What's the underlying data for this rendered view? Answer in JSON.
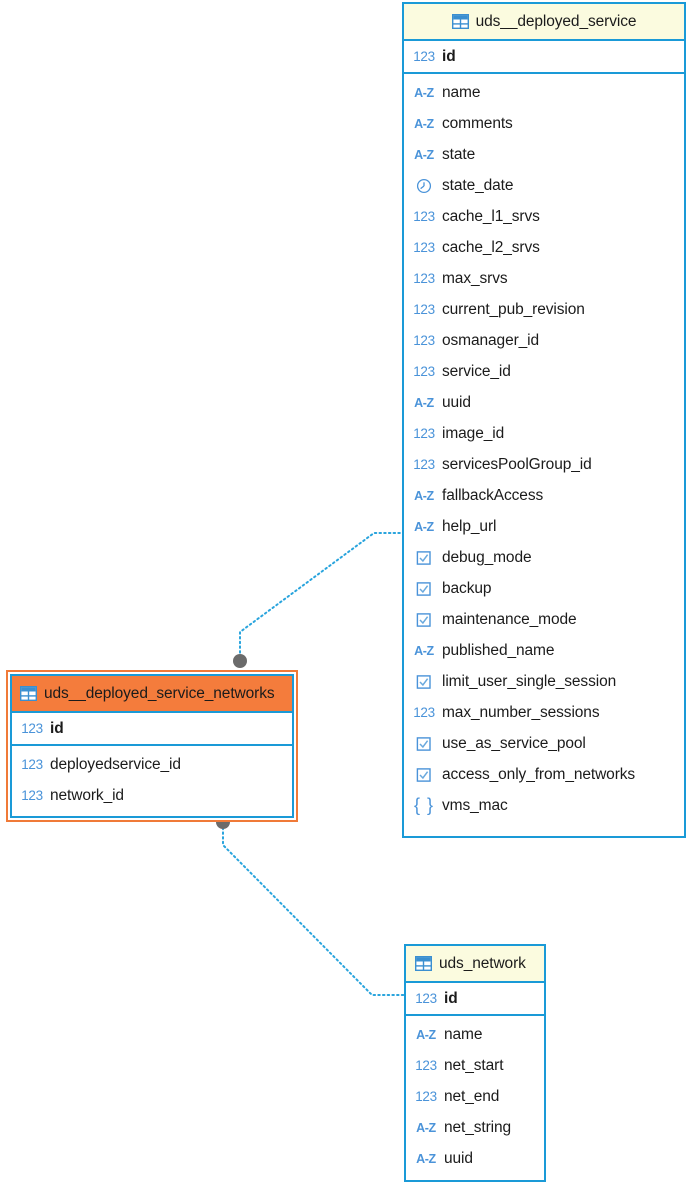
{
  "diagram": {
    "type": "er-diagram",
    "background": "#ffffff",
    "accent_color": "#1a9ad7",
    "header_color": "#fbfbdf",
    "selected_color": "#f47c3c",
    "icon_color": "#4a93d9",
    "connector_color": "#29a4dd",
    "endpoint_color": "#6b6b6b"
  },
  "tables": [
    {
      "name": "uds__deployed_service",
      "selected": false,
      "icon": "table-grid-icon",
      "primary_key": {
        "label": "id",
        "type_icon": "number-icon"
      },
      "columns": [
        {
          "label": "name",
          "type_icon": "text-icon"
        },
        {
          "label": "comments",
          "type_icon": "text-icon"
        },
        {
          "label": "state",
          "type_icon": "text-icon"
        },
        {
          "label": "state_date",
          "type_icon": "datetime-icon"
        },
        {
          "label": "cache_l1_srvs",
          "type_icon": "number-icon"
        },
        {
          "label": "cache_l2_srvs",
          "type_icon": "number-icon"
        },
        {
          "label": "max_srvs",
          "type_icon": "number-icon"
        },
        {
          "label": "current_pub_revision",
          "type_icon": "number-icon"
        },
        {
          "label": "osmanager_id",
          "type_icon": "number-icon"
        },
        {
          "label": "service_id",
          "type_icon": "number-icon"
        },
        {
          "label": "uuid",
          "type_icon": "text-icon"
        },
        {
          "label": "image_id",
          "type_icon": "number-icon"
        },
        {
          "label": "servicesPoolGroup_id",
          "type_icon": "number-icon"
        },
        {
          "label": "fallbackAccess",
          "type_icon": "text-icon"
        },
        {
          "label": "help_url",
          "type_icon": "text-icon"
        },
        {
          "label": "debug_mode",
          "type_icon": "boolean-icon"
        },
        {
          "label": "backup",
          "type_icon": "boolean-icon"
        },
        {
          "label": "maintenance_mode",
          "type_icon": "boolean-icon"
        },
        {
          "label": "published_name",
          "type_icon": "text-icon"
        },
        {
          "label": "limit_user_single_session",
          "type_icon": "boolean-icon"
        },
        {
          "label": "max_number_sessions",
          "type_icon": "number-icon"
        },
        {
          "label": "use_as_service_pool",
          "type_icon": "boolean-icon"
        },
        {
          "label": "access_only_from_networks",
          "type_icon": "boolean-icon"
        },
        {
          "label": "vms_mac",
          "type_icon": "json-icon"
        }
      ]
    },
    {
      "name": "uds__deployed_service_networks",
      "selected": true,
      "icon": "table-grid-icon",
      "primary_key": {
        "label": "id",
        "type_icon": "number-icon"
      },
      "columns": [
        {
          "label": "deployedservice_id",
          "type_icon": "number-icon"
        },
        {
          "label": "network_id",
          "type_icon": "number-icon"
        }
      ]
    },
    {
      "name": "uds_network",
      "selected": false,
      "icon": "table-grid-icon",
      "primary_key": {
        "label": "id",
        "type_icon": "number-icon"
      },
      "columns": [
        {
          "label": "name",
          "type_icon": "text-icon"
        },
        {
          "label": "net_start",
          "type_icon": "number-icon"
        },
        {
          "label": "net_end",
          "type_icon": "number-icon"
        },
        {
          "label": "net_string",
          "type_icon": "text-icon"
        },
        {
          "label": "uuid",
          "type_icon": "text-icon"
        }
      ]
    }
  ],
  "relationships": [
    {
      "name": "deployedservice-fk",
      "from_table": "uds__deployed_service_networks",
      "to_table": "uds__deployed_service",
      "style": "dotted",
      "endpoint": "circle"
    },
    {
      "name": "network-fk",
      "from_table": "uds__deployed_service_networks",
      "to_table": "uds_network",
      "style": "dotted",
      "endpoint": "circle"
    }
  ]
}
